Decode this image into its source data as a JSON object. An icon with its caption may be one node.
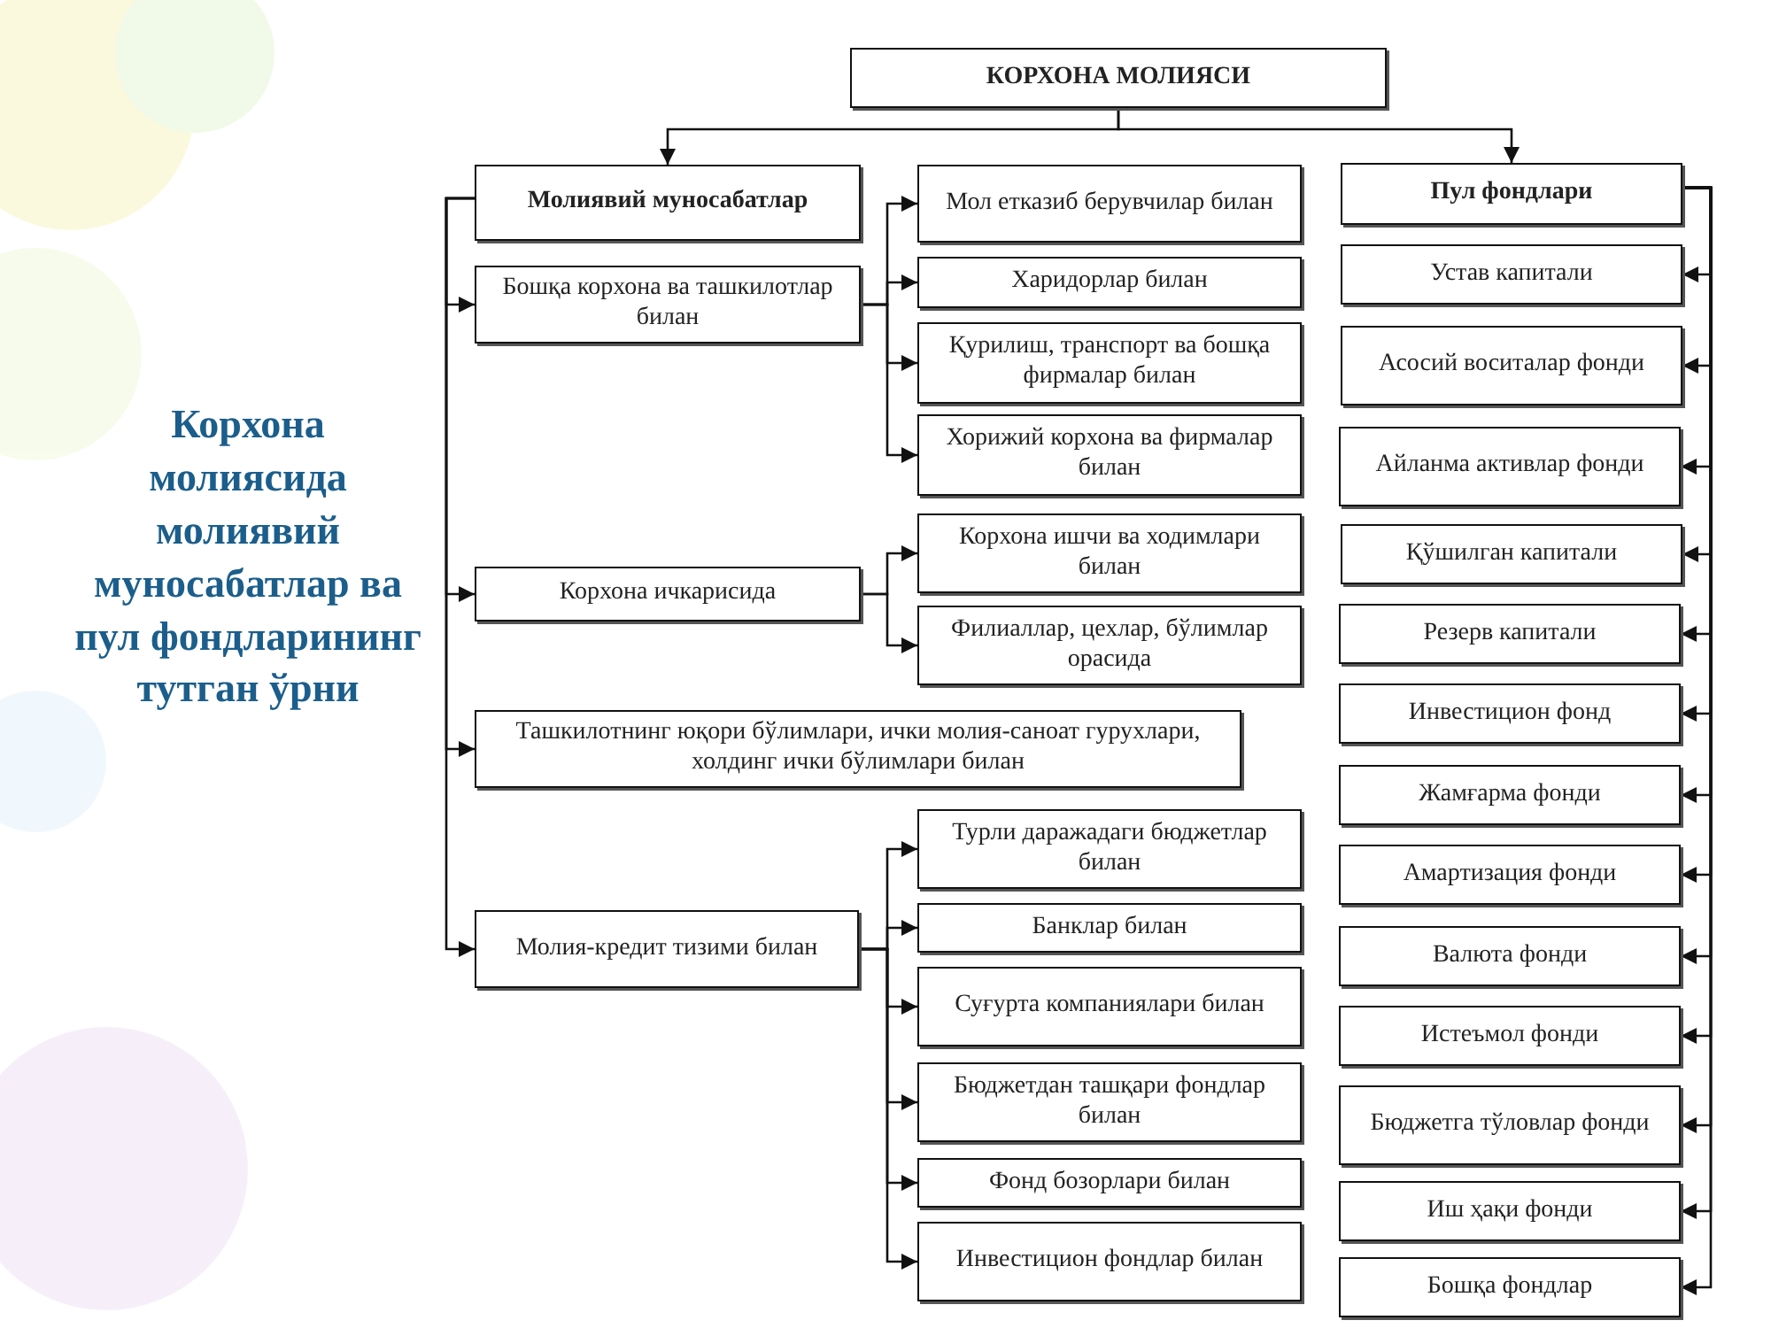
{
  "diagram": {
    "title": "Корхона молиясида молиявий муносабатлар ва пул фондларининг тутган ўрни",
    "nodes": [
      {
        "text": [
          "КОРХОНА МОЛИЯСИ"
        ]
      },
      {
        "text": [
          "Молиявий муносабатлар"
        ]
      },
      {
        "text": [
          "Бошқа корхона ва ташкилотлар билан"
        ]
      },
      {
        "text": [
          "Мол етказиб берувчилар билан"
        ]
      },
      {
        "text": [
          "Харидорлар билан"
        ]
      },
      {
        "text": [
          "Қурилиш, транспорт ва бошқа фирмалар билан"
        ]
      },
      {
        "text": [
          "Хорижий корхона ва фирмалар билан"
        ]
      },
      {
        "text": [
          "Корхона ичкарисида"
        ]
      },
      {
        "text": [
          "Корхона ишчи ва ходимлари билан"
        ]
      },
      {
        "text": [
          "Филиаллар, цехлар, бўлимлар орасида"
        ]
      },
      {
        "text": [
          "Ташкилотнинг юқори бўлимлари, ички молия-саноат гурухлари, холдинг ички бўлимлари билан"
        ]
      },
      {
        "text": [
          "Молия-кредит тизими билан"
        ]
      },
      {
        "text": [
          "Турли даражадаги бюджетлар билан"
        ]
      },
      {
        "text": [
          "Банклар билан"
        ]
      },
      {
        "text": [
          "Суғурта компаниялари билан"
        ]
      },
      {
        "text": [
          "Бюджетдан ташқари фондлар билан"
        ]
      },
      {
        "text": [
          "Фонд бозорлари билан"
        ]
      },
      {
        "text": [
          "Инвестицион фондлар билан"
        ]
      },
      {
        "text": [
          "Пул фондлари"
        ]
      },
      {
        "text": [
          "Устав капитали"
        ]
      },
      {
        "text": [
          "Асосий воситалар фонди"
        ]
      },
      {
        "text": [
          "Айланма активлар фонди"
        ]
      },
      {
        "text": [
          "Қўшилган капитали"
        ]
      },
      {
        "text": [
          "Резерв капитали"
        ]
      },
      {
        "text": [
          "Инвестицион фонд"
        ]
      },
      {
        "text": [
          "Жамғарма фонди"
        ]
      },
      {
        "text": [
          "Амартизация фонди"
        ]
      },
      {
        "text": [
          "Валюта фонди"
        ]
      },
      {
        "text": [
          "Истеъмол фонди"
        ]
      },
      {
        "text": [
          "Бюджетга тўловлар фонди"
        ]
      },
      {
        "text": [
          "Иш ҳақи фонди"
        ]
      },
      {
        "text": [
          "Бошқа фондлар"
        ]
      }
    ],
    "edges": [
      {
        "from": 0,
        "to": 1,
        "arrow": "to"
      },
      {
        "from": 0,
        "to": 18,
        "arrow": "to"
      },
      {
        "from": 1,
        "to": 2,
        "arrow": "to"
      },
      {
        "from": 1,
        "to": 7,
        "arrow": "to"
      },
      {
        "from": 1,
        "to": 10,
        "arrow": "to"
      },
      {
        "from": 1,
        "to": 11,
        "arrow": "to"
      },
      {
        "from": 2,
        "to": 3,
        "arrow": "to"
      },
      {
        "from": 2,
        "to": 4,
        "arrow": "to"
      },
      {
        "from": 2,
        "to": 5,
        "arrow": "to"
      },
      {
        "from": 2,
        "to": 6,
        "arrow": "to"
      },
      {
        "from": 7,
        "to": 8,
        "arrow": "to"
      },
      {
        "from": 7,
        "to": 9,
        "arrow": "to"
      },
      {
        "from": 11,
        "to": 12,
        "arrow": "to"
      },
      {
        "from": 11,
        "to": 13,
        "arrow": "to"
      },
      {
        "from": 11,
        "to": 14,
        "arrow": "to"
      },
      {
        "from": 11,
        "to": 15,
        "arrow": "to"
      },
      {
        "from": 11,
        "to": 16,
        "arrow": "to"
      },
      {
        "from": 11,
        "to": 17,
        "arrow": "to"
      },
      {
        "from": 18,
        "to": 19,
        "arrow": "to"
      },
      {
        "from": 18,
        "to": 20,
        "arrow": "to"
      },
      {
        "from": 18,
        "to": 21,
        "arrow": "to"
      },
      {
        "from": 18,
        "to": 22,
        "arrow": "to"
      },
      {
        "from": 18,
        "to": 23,
        "arrow": "to"
      },
      {
        "from": 18,
        "to": 24,
        "arrow": "to"
      },
      {
        "from": 18,
        "to": 25,
        "arrow": "to"
      },
      {
        "from": 18,
        "to": 26,
        "arrow": "to"
      },
      {
        "from": 18,
        "to": 27,
        "arrow": "to"
      },
      {
        "from": 18,
        "to": 28,
        "arrow": "to"
      },
      {
        "from": 18,
        "to": 29,
        "arrow": "to"
      },
      {
        "from": 18,
        "to": 30,
        "arrow": "to"
      },
      {
        "from": 18,
        "to": 31,
        "arrow": "to"
      }
    ]
  }
}
